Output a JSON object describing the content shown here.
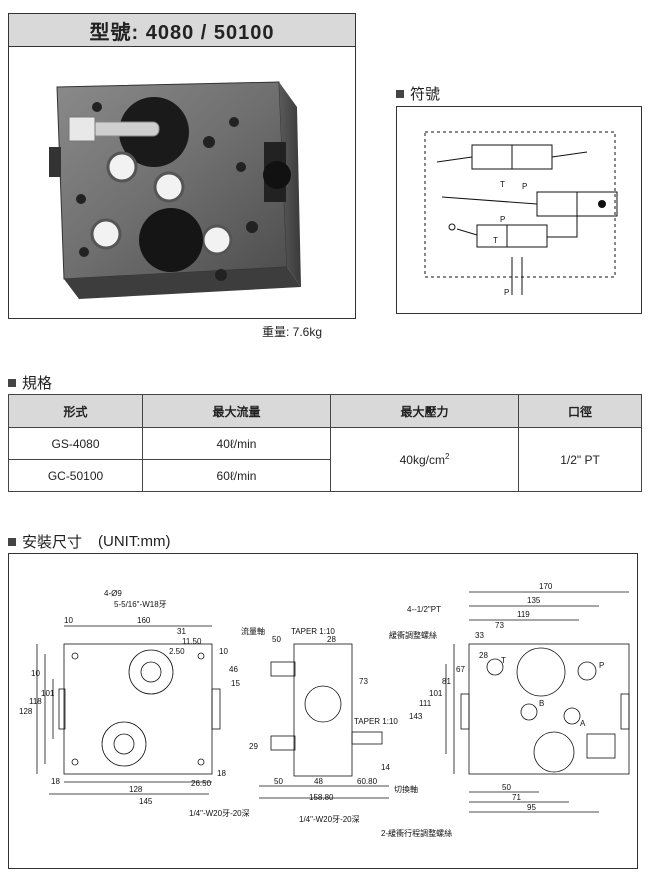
{
  "header": {
    "title": "型號: 4080 / 50100"
  },
  "photo": {
    "weight": "重量: 7.6kg"
  },
  "symbol": {
    "heading": "符號",
    "labels": {
      "p_top": "P",
      "t_top": "T",
      "p_mid": "P",
      "t_mid": "T",
      "p_bottom": "P"
    }
  },
  "spec": {
    "heading": "規格",
    "columns": [
      "形式",
      "最大流量",
      "最大壓力",
      "口徑"
    ],
    "rows": [
      {
        "model": "GS-4080",
        "flow": "40ℓ/min"
      },
      {
        "model": "GC-50100",
        "flow": "60ℓ/min"
      }
    ],
    "pressure": "40kg/cm",
    "pressure_sup": "2",
    "port": "1/2\" PT"
  },
  "install": {
    "heading": "安裝尺寸",
    "unit": "(UNIT:mm)",
    "labels": {
      "holes": "4-Ø9",
      "thread": "5-5/16\"-W18牙",
      "flow_shaft": "流量軸",
      "taper_top": "TAPER 1:10",
      "taper_bottom": "TAPER 1:10",
      "switch_shaft": "切換軸",
      "w20_left": "1/4\"-W20牙-20深",
      "w20_mid": "1/4\"-W20牙-20深",
      "pt_ports": "4--1/2\"PT",
      "cushion_adjust": "緩衝調整螺絲",
      "stroke_adjust": "2-緩衝行程調整螺絲",
      "port_p": "P",
      "port_t": "T",
      "port_a": "A",
      "port_b": "B"
    },
    "dims": {
      "d10a": "10",
      "d160": "160",
      "d31": "31",
      "d11_50": "11.50",
      "d10b": "10",
      "d2_50": "2.50",
      "d46": "46",
      "d15": "15",
      "d128v": "128",
      "d118": "118",
      "d101": "101",
      "d10v": "10",
      "d18a": "18",
      "d128h": "128",
      "d26_50": "26.50",
      "d145": "145",
      "d18b": "18",
      "d50a": "50",
      "d28a": "28",
      "d73v": "73",
      "d29": "29",
      "d50b": "50",
      "d48": "48",
      "d60_80": "60.80",
      "d158_80": "158.80",
      "d14": "14",
      "d170": "170",
      "d135": "135",
      "d119": "119",
      "d73h": "73",
      "d33": "33",
      "d28b": "28",
      "d67": "67",
      "d81": "81",
      "d101b": "101",
      "d111": "111",
      "d143": "143",
      "d50c": "50",
      "d71": "71",
      "d95": "95"
    }
  }
}
